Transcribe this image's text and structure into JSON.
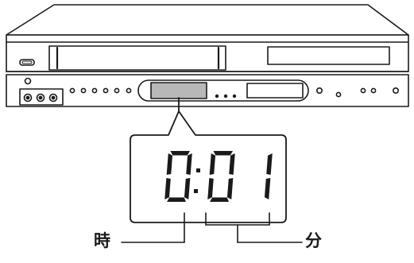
{
  "display": {
    "hours": "0",
    "minutes": [
      "0",
      "1"
    ]
  },
  "labels": {
    "hour": "時",
    "minute": "分"
  },
  "colors": {
    "outline": "#1a1a1a",
    "body": "#ffffff",
    "display_window": "#b8b8b8"
  }
}
